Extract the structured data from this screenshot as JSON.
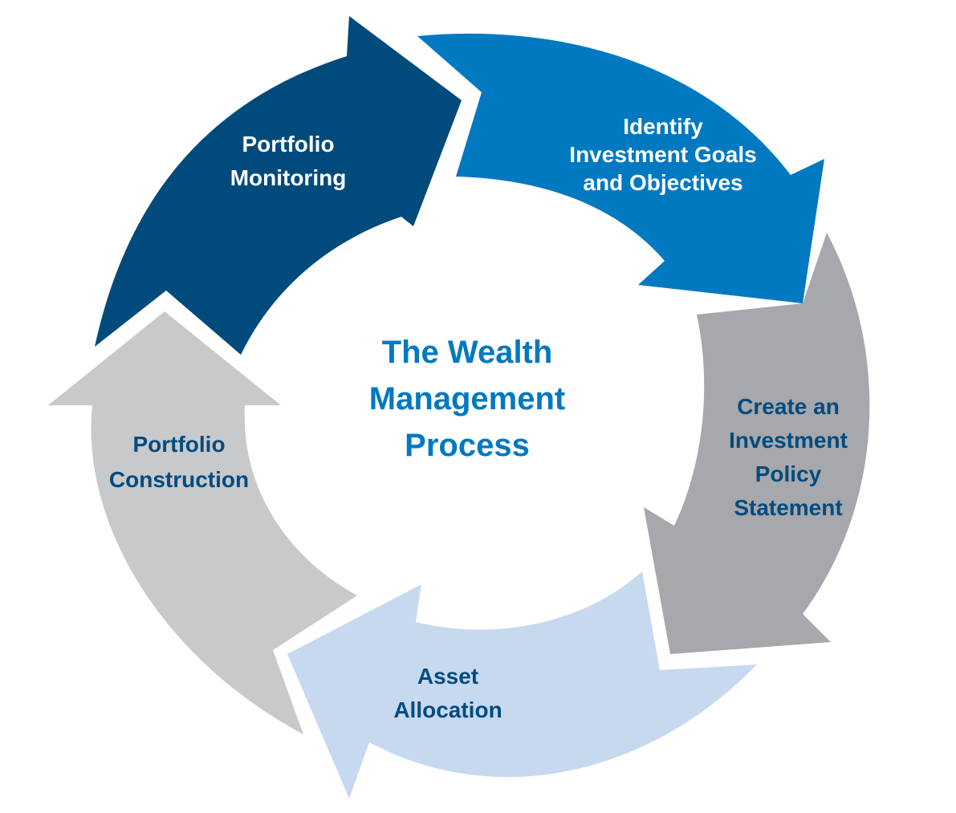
{
  "diagram": {
    "center_title": [
      "The Wealth",
      "Management",
      "Process"
    ],
    "steps": [
      {
        "label": [
          "Identify",
          "Investment Goals",
          "and Objectives"
        ],
        "color": "#0079c1",
        "text_color": "#ffffff"
      },
      {
        "label": [
          "Create an",
          "Investment",
          "Policy",
          "Statement"
        ],
        "color": "#a6a8ab",
        "text_color": "#004b80"
      },
      {
        "label": [
          "Asset",
          "Allocation"
        ],
        "color": "#c7d9ef",
        "text_color": "#004b80"
      },
      {
        "label": [
          "Portfolio",
          "Construction"
        ],
        "color": "#c8c9cb",
        "text_color": "#004b80"
      },
      {
        "label": [
          "Portfolio",
          "Monitoring"
        ],
        "color": "#004b7c",
        "text_color": "#ffffff"
      }
    ],
    "title_color": "#0079c1"
  }
}
